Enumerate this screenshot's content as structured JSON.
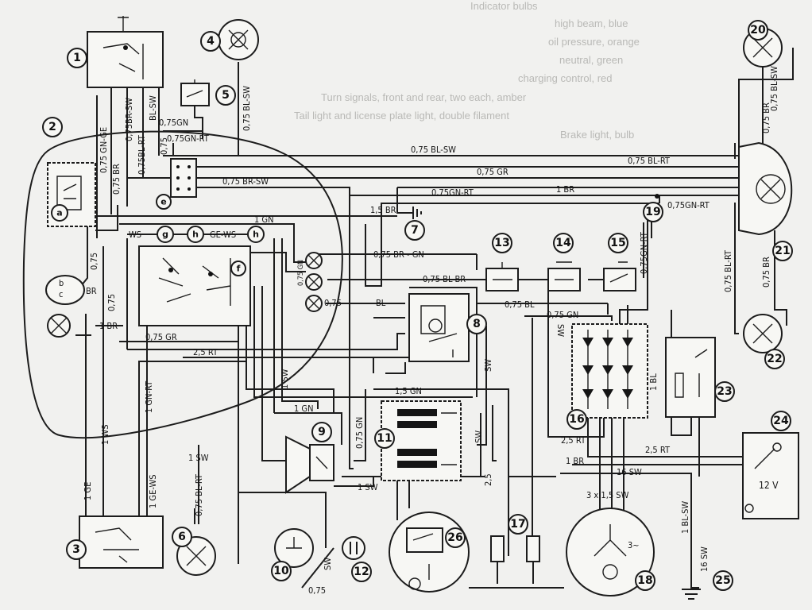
{
  "background_text": [
    "Indicator bulbs",
    "high beam, blue",
    "oil pressure, orange",
    "neutral, green",
    "charging control, red",
    "Turn signals, front and rear, two each, amber",
    "Tail light and license plate light, double filament",
    "Brake light, bulb"
  ],
  "components": {
    "c1": "1",
    "c2": "2",
    "c3": "3",
    "c4": "4",
    "c5": "5",
    "c6": "6",
    "c7": "7",
    "c8": "8",
    "c9": "9",
    "c10": "10",
    "c11": "11",
    "c12": "12",
    "c13": "13",
    "c14": "14",
    "c15": "15",
    "c16": "16",
    "c17": "17",
    "c18": "18",
    "c19": "19",
    "c20": "20",
    "c21": "21",
    "c22": "22",
    "c23": "23",
    "c24": "24",
    "c25": "25",
    "c26": "26"
  },
  "sub_labels": {
    "a": "a",
    "b": "b",
    "c": "c",
    "e": "e",
    "f": "f",
    "g": "g",
    "h": "h"
  },
  "battery_voltage": "12 V",
  "generator_label": "3~",
  "wires": {
    "bl_sw_top": "0,75 BL-SW",
    "bl_rt_top": "0,75 BL-RT",
    "gr_top": "0,75 GR",
    "br_sw": "0,75 BR-SW",
    "gn_rt_mid": "0,75GN-RT",
    "one_br": "1 BR",
    "one_five_br": "1,5 BR",
    "one_gn": "1 GN",
    "gn_rt_19": "0,75GN-RT",
    "ws_left": "WS",
    "ge_ws": "GE-WS",
    "br_gn": "0,75 BR - GN",
    "bl_br": "0,75 BL-BR",
    "bl_075": "0,75 BL",
    "bl": "BL",
    "gn_075": "0,75 GN",
    "gn_rt_15": "0,75GN-RT",
    "gn_5": "0,75GN",
    "gn_rt_e": "0,75GN-RT",
    "bl_rt_e": "0,75BL-RT",
    "v075": "0,75",
    "ge_gn": "0,75 GN-GE",
    "br_1": "0,75 BR",
    "gr_f": "0,75 GR",
    "rt25_f": "2,5 RT",
    "one_br_lamp": "1 BR",
    "br_lamp": "BR",
    "v075_lamp": "0,75",
    "sw_br_1": "0,75BR-SW",
    "bl_sw_1": "BL-SW",
    "bl_sw_4": "0,75 BL-SW",
    "br_20": "0,75 BR",
    "bl_rt_21": "0,75 BL-RT",
    "br_21": "0,75 BR",
    "sw_1": "1 SW",
    "gn_15": "1,5 GN",
    "gn_1": "1 GN",
    "gn_075_9": "0,75 GN",
    "sw_1b": "1 SW",
    "sw_1c": "1 SW",
    "gn_rt_1": "1 GN-RT",
    "ws_1": "1 WS",
    "ge_1": "1 GE",
    "ge_ws_1": "1 GE-WS",
    "bl_rt_6": "0,75 BL-RT",
    "rt25_16": "2,5 RT",
    "rt25_24": "2,5 RT",
    "br_1b": "1 BR",
    "sw16": "16 SW",
    "sw16_25": "16 SW",
    "bl_sw_1b": "1 BL-SW",
    "sw_3x": "3 x 1,5 SW",
    "bl_1": "1 BL",
    "sw_8": "SW",
    "sw_11": "SW",
    "v25": "2,5",
    "sw_12": "SW",
    "v075_10": "0,75",
    "v075_lamp2": "0,75"
  }
}
